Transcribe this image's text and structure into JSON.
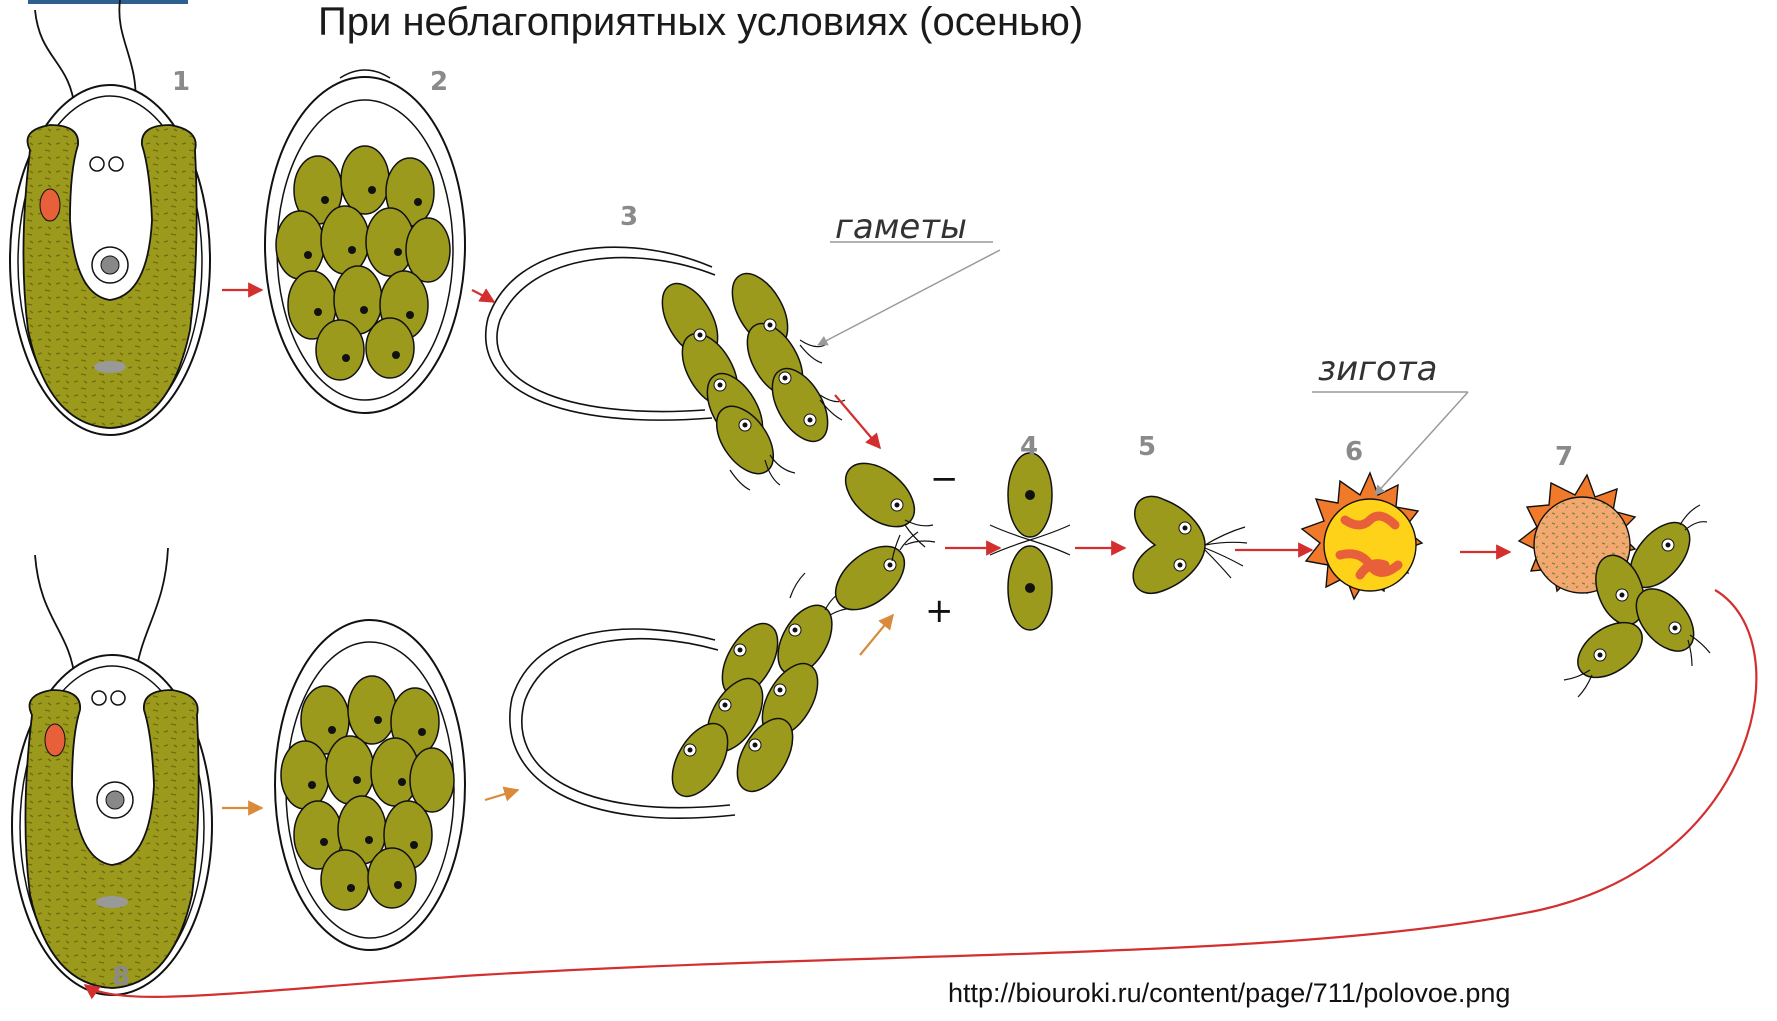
{
  "title": "При неблагоприятных условиях (осенью)",
  "source_url": "http://biouroki.ru/content/page/711/polovoe.png",
  "labels": {
    "gametes": "гаметы",
    "zygote": "зигота",
    "minus": "−",
    "plus": "+"
  },
  "stage_numbers": [
    "1",
    "2",
    "3",
    "4",
    "5",
    "6",
    "7",
    "8"
  ],
  "colors": {
    "cell_fill": "#9c9a1c",
    "cell_dark": "#6e6c10",
    "stroke": "#111111",
    "arrow_red": "#d32f2f",
    "arrow_orange": "#d98a3a",
    "zygote_orange": "#f07a2a",
    "zygote_yellow": "#ffd21a",
    "eyespot": "#e8603a",
    "number_gray": "#8a8a8a",
    "pointer_gray": "#9a9a9a"
  }
}
